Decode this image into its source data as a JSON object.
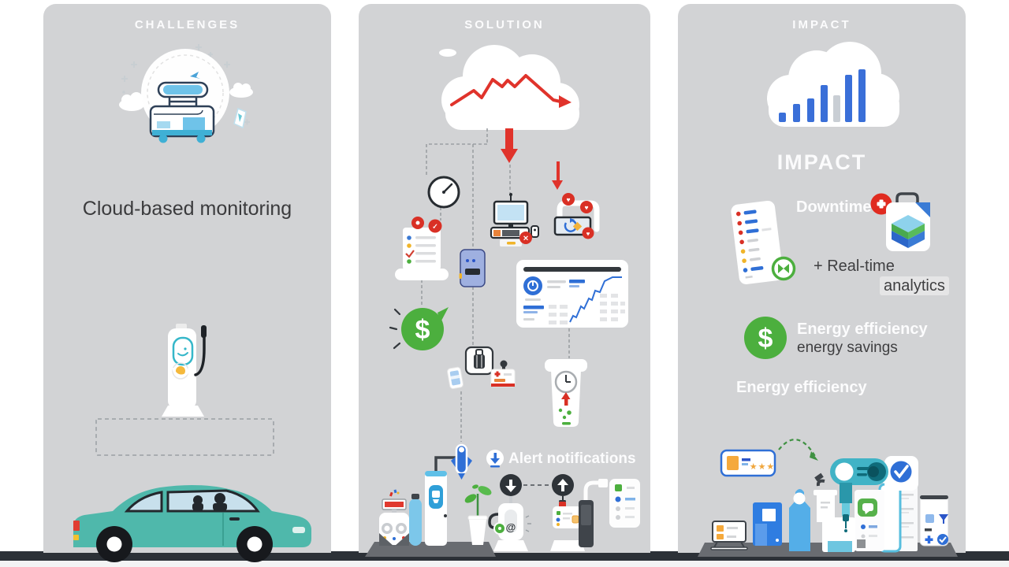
{
  "colors": {
    "page_bg": "#ffffff",
    "panel_bg": "#d2d3d5",
    "road": "#2c3137",
    "platform": "#696c71",
    "accent_red": "#d93025",
    "accent_blue": "#2f6fd6",
    "accent_green": "#4caf3e",
    "car_teal": "#4fb8ab",
    "machine_teal": "#41b3c6",
    "text_dark": "#3f3f41",
    "text_light": "#fcfcfd"
  },
  "icons": {
    "heart": "♥",
    "check": "✓",
    "cross": "✕",
    "at": "@",
    "dollar": "$"
  },
  "panels": {
    "challenges": {
      "header": "CHALLENGES",
      "caption": "Cloud-based monitoring"
    },
    "solution": {
      "header": "SOLUTION",
      "alert_label": "Alert notifications"
    },
    "impact": {
      "header": "IMPACT",
      "title": "IMPACT",
      "downtime": "Downtime",
      "realtime": "+ Real-time",
      "analytics": "analytics",
      "energy_efficiency": "Energy efficiency",
      "energy_savings": "energy savings",
      "energy_efficiency_secondary": "Energy efficiency",
      "stars": "★★★",
      "bar_icon": {
        "heights": [
          12,
          23,
          30,
          47,
          34,
          60,
          67
        ],
        "muted_index": 4,
        "bar_color": "#3a6fd8",
        "muted_color": "#c9ced4"
      }
    }
  }
}
